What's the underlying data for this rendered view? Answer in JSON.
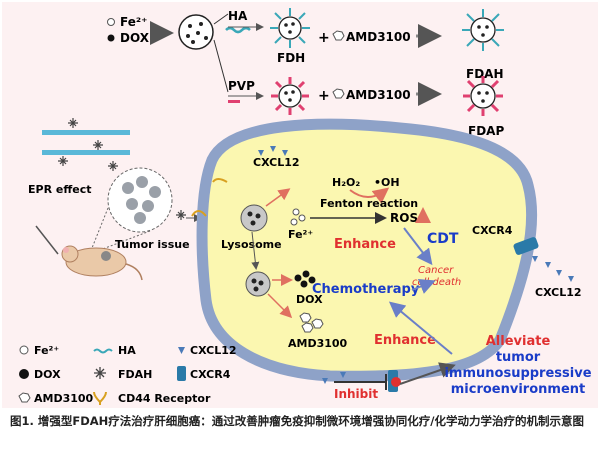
{
  "top": {
    "fe": "Fe²⁺",
    "dox": "DOX",
    "ha": "HA",
    "pvp": "PVP",
    "fdh": "FDH",
    "fdah": "FDAH",
    "fdap": "FDAP",
    "plus": "+",
    "amd1": "AMD3100",
    "amd2": "AMD3100"
  },
  "left": {
    "epr": "EPR effect",
    "tumor": "Tumor issue"
  },
  "cell": {
    "cxcl12_top": "CXCL12",
    "h2o2": "H₂O₂",
    "oh": "•OH",
    "fenton": "Fenton reaction",
    "ros": "ROS",
    "cdt": "CDT",
    "lysosome": "Lysosome",
    "fe": "Fe²⁺",
    "enhance1": "Enhance",
    "cancer1": "Cancer",
    "cancer2": "cell death",
    "dox": "DOX",
    "chemo": "Chemotherapy",
    "amd": "AMD3100",
    "enhance2": "Enhance",
    "cxcr4": "CXCR4",
    "cxcl12_right": "CXCL12",
    "inhibit": "Inhibit"
  },
  "alleviate": [
    "Alleviate",
    "tumor",
    "immunosuppressive",
    "microenvironment"
  ],
  "legend": {
    "fe": "Fe²⁺",
    "ha": "HA",
    "cxcl12": "CXCL12",
    "dox": "DOX",
    "fdah": "FDAH",
    "cxcr4": "CXCR4",
    "amd": "AMD3100",
    "cd44": "CD44 Receptor"
  },
  "caption": "图1. 增强型FDAH疗法治疗肝细胞癌：通过改善肿瘤免疫抑制微环境增强协同化疗/化学动力学治疗的机制示意图",
  "colors": {
    "red": "#e03030",
    "blue": "#1a3cc8",
    "cell": "#fbf7b0",
    "membrane": "#8ea2c8"
  }
}
